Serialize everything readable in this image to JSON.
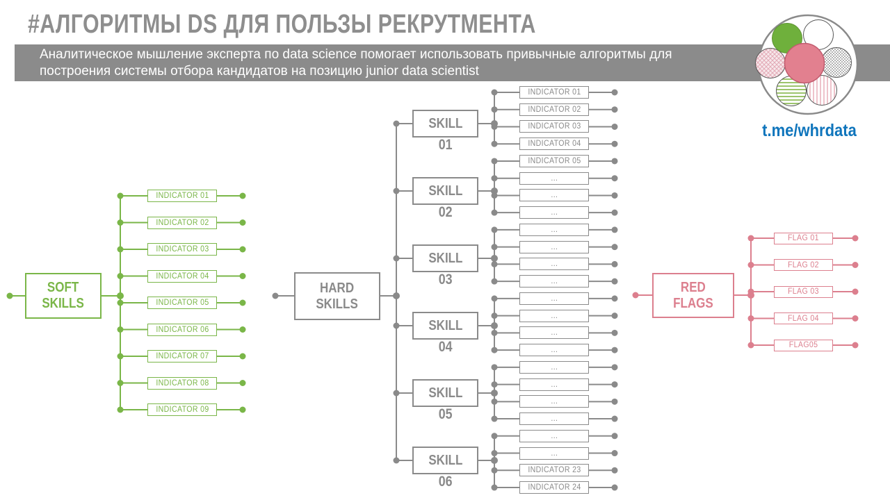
{
  "header": {
    "title": "#АЛГОРИТМЫ DS ДЛЯ ПОЛЬЗЫ РЕКРУТМЕНТА",
    "subtitle_line1": "Аналитическое мышление эксперта по data science помогает использовать привычные алгоритмы для",
    "subtitle_line2": "построения системы отбора кандидатов на позицию junior data scientist",
    "channel_link": "t.me/whrdata"
  },
  "colors": {
    "green": "#7ab648",
    "gray": "#8a8a8a",
    "pink": "#dc7f8e",
    "blue": "#0f75bc",
    "banner_bg": "#8b8b8b",
    "title_text": "#8e8e8e",
    "logo_green_solid": "#6fb03c",
    "logo_pink_solid": "#e2808f"
  },
  "diagram": {
    "soft_skills": {
      "root_line1": "SOFT",
      "root_line2": "SKILLS",
      "items": [
        "INDICATOR 01",
        "INDICATOR 02",
        "INDICATOR 03",
        "INDICATOR 04",
        "INDICATOR 05",
        "INDICATOR 06",
        "INDICATOR 07",
        "INDICATOR 08",
        "INDICATOR 09"
      ]
    },
    "hard_skills": {
      "root_line1": "HARD",
      "root_line2": "SKILLS",
      "skills": [
        {
          "label": "SKILL",
          "number": "01",
          "indicators": [
            "INDICATOR 01",
            "INDICATOR 02",
            "INDICATOR 03",
            "INDICATOR 04"
          ]
        },
        {
          "label": "SKILL",
          "number": "02",
          "indicators": [
            "INDICATOR 05",
            "...",
            "...",
            "..."
          ]
        },
        {
          "label": "SKILL",
          "number": "03",
          "indicators": [
            "...",
            "...",
            "...",
            "..."
          ]
        },
        {
          "label": "SKILL",
          "number": "04",
          "indicators": [
            "...",
            "...",
            "...",
            "..."
          ]
        },
        {
          "label": "SKILL",
          "number": "05",
          "indicators": [
            "...",
            "...",
            "...",
            "..."
          ]
        },
        {
          "label": "SKILL",
          "number": "06",
          "indicators": [
            "...",
            "...",
            "INDICATOR 23",
            "INDICATOR 24"
          ]
        }
      ]
    },
    "red_flags": {
      "root_line1": "RED",
      "root_line2": "FLAGS",
      "items": [
        "FLAG 01",
        "FLAG 02",
        "FLAG 03",
        "FLAG 04",
        "FLAG05"
      ]
    }
  }
}
